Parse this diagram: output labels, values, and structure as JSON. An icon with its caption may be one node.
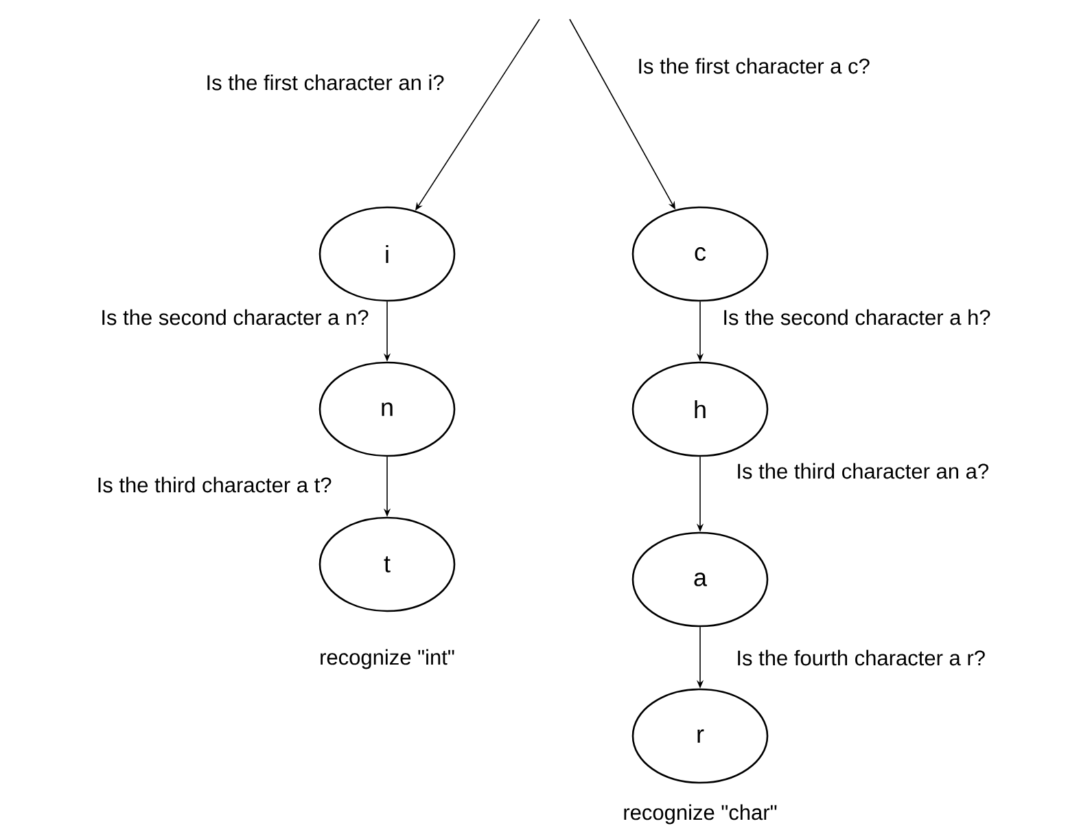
{
  "diagram": {
    "nodes": [
      {
        "text": [
          "i"
        ]
      },
      {
        "text": [
          "n"
        ]
      },
      {
        "text": [
          "t"
        ],
        "beside": [
          "recognize \"int\""
        ]
      },
      {
        "text": [
          "c"
        ]
      },
      {
        "text": [
          "h"
        ]
      },
      {
        "text": [
          "a"
        ]
      },
      {
        "text": [
          "r"
        ],
        "beside": [
          "recognize \"char\""
        ]
      }
    ],
    "edges": [
      {
        "from": null,
        "to": 0,
        "arrow": "to",
        "label": "Is the first character an i?"
      },
      {
        "from": null,
        "to": 3,
        "arrow": "to",
        "label": "Is the first character a c?"
      },
      {
        "from": 0,
        "to": 1,
        "arrow": "to",
        "label": "Is the second character a n?"
      },
      {
        "from": 1,
        "to": 2,
        "arrow": "to",
        "label": "Is the third character a t?"
      },
      {
        "from": 3,
        "to": 4,
        "arrow": "to",
        "label": "Is the second character a h?"
      },
      {
        "from": 4,
        "to": 5,
        "arrow": "to",
        "label": "Is the third character an a?"
      },
      {
        "from": 5,
        "to": 6,
        "arrow": "to",
        "label": "Is the fourth character a r?"
      }
    ]
  }
}
